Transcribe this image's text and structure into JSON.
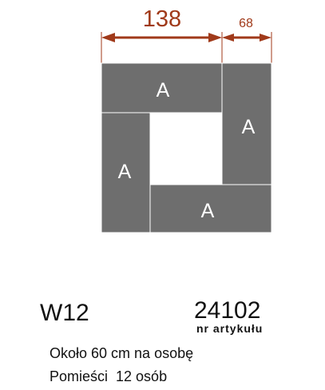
{
  "dimensions": {
    "width_label": "138",
    "depth_label": "68",
    "color": "#a03a1a"
  },
  "modules": [
    {
      "label": "A"
    },
    {
      "label": "A"
    },
    {
      "label": "A"
    },
    {
      "label": "A"
    }
  ],
  "module_color": "#6e6e6e",
  "product": {
    "model_code": "W12",
    "article_number": "24102",
    "article_label": "nr artykułu",
    "spacing_note": "Około 60 cm na osobę",
    "capacity_note": "Pomieści  12 osób"
  }
}
